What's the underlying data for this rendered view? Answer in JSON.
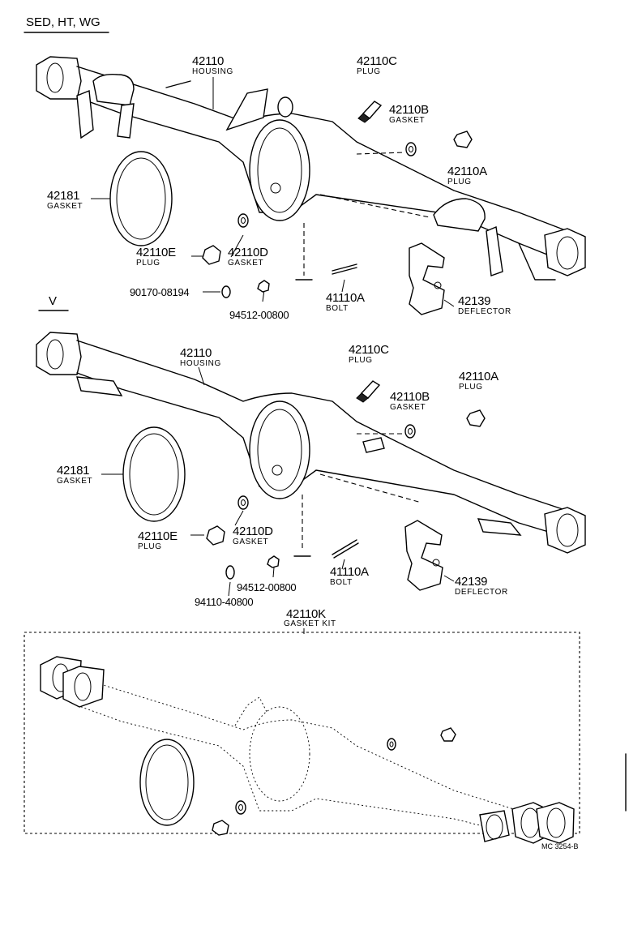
{
  "sections": {
    "sed": {
      "title": "SED, HT, WG"
    },
    "v": {
      "title": "V"
    }
  },
  "top": {
    "housing": {
      "num": "42110",
      "sub": "HOUSING"
    },
    "plug_c": {
      "num": "42110C",
      "sub": "PLUG"
    },
    "gasket_b": {
      "num": "42110B",
      "sub": "GASKET"
    },
    "plug_a": {
      "num": "42110A",
      "sub": "PLUG"
    },
    "gasket_181": {
      "num": "42181",
      "sub": "GASKET"
    },
    "plug_e": {
      "num": "42110E",
      "sub": "PLUG"
    },
    "gasket_d": {
      "num": "42110D",
      "sub": "GASKET"
    },
    "washer": {
      "num": "90170-08194"
    },
    "nut": {
      "num": "94512-00800"
    },
    "bolt": {
      "num": "41110A",
      "sub": "BOLT"
    },
    "deflector": {
      "num": "42139",
      "sub": "DEFLECTOR"
    }
  },
  "bottom": {
    "housing": {
      "num": "42110",
      "sub": "HOUSING"
    },
    "plug_c": {
      "num": "42110C",
      "sub": "PLUG"
    },
    "gasket_b": {
      "num": "42110B",
      "sub": "GASKET"
    },
    "plug_a": {
      "num": "42110A",
      "sub": "PLUG"
    },
    "gasket_181": {
      "num": "42181",
      "sub": "GASKET"
    },
    "plug_e": {
      "num": "42110E",
      "sub": "PLUG"
    },
    "gasket_d": {
      "num": "42110D",
      "sub": "GASKET"
    },
    "nut": {
      "num": "94512-00800"
    },
    "washer": {
      "num": "94110-40800"
    },
    "bolt": {
      "num": "41110A",
      "sub": "BOLT"
    },
    "deflector": {
      "num": "42139",
      "sub": "DEFLECTOR"
    }
  },
  "kit": {
    "num": "42110K",
    "sub": "GASKET KIT"
  },
  "figure_code": "MC 3254-B"
}
